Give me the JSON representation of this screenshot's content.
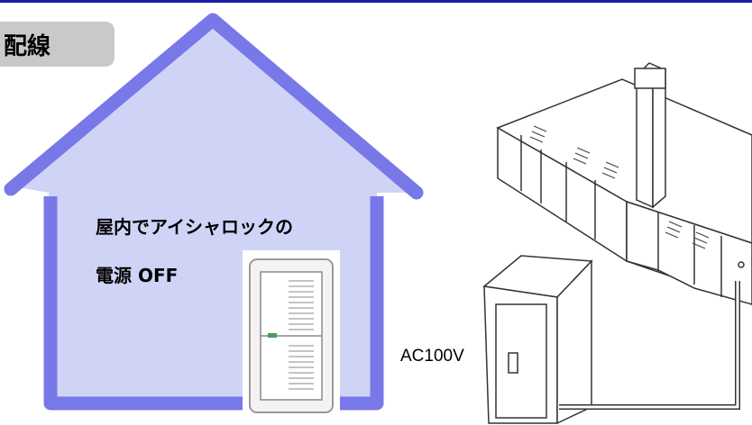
{
  "header": {
    "section_label": "配線"
  },
  "house": {
    "caption_line1": "屋内でアイシャロックの",
    "caption_line2": "電源 OFF"
  },
  "power": {
    "voltage_label": "AC100V"
  },
  "colors": {
    "top_rule": "#1a1aa6",
    "tag_bg": "#c9c9c9",
    "house_stroke": "#7878e8",
    "house_fill": "#cfd4f7",
    "equipment_line": "#333333"
  }
}
